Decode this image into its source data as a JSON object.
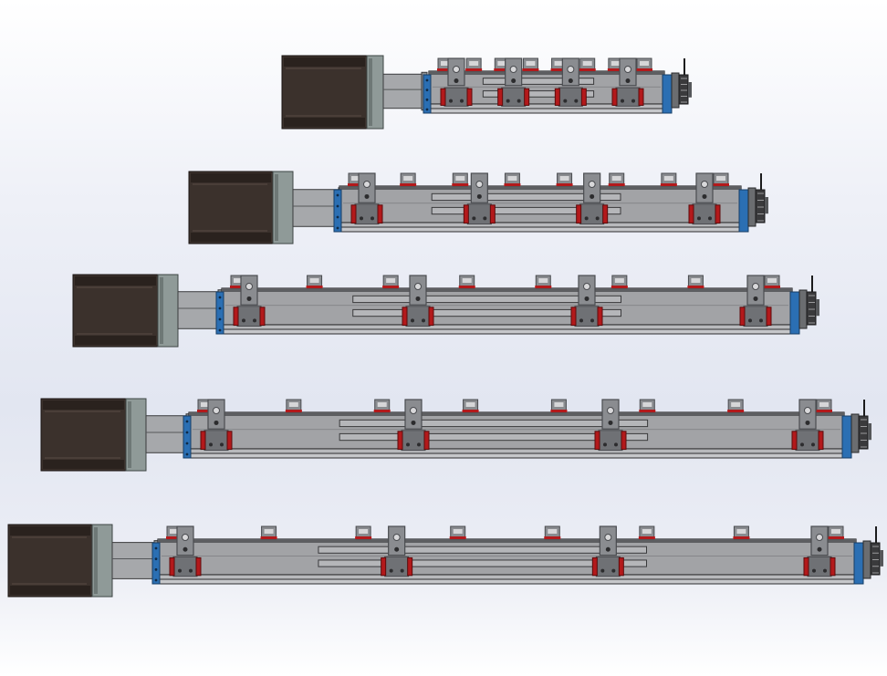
{
  "scene": {
    "description_visible_text": "",
    "background_gradient": [
      "#ffffff",
      "#e2e6f1",
      "#ffffff"
    ]
  },
  "colors": {
    "motor_body": "#3b312c",
    "motor_shadow": "#2a221e",
    "motor_flange": "#8f9a98",
    "motor_flange_dark": "#6e7876",
    "coupler": "#a6a8ab",
    "rail_body": "#a2a3a6",
    "rail_light": "#b8b9bc",
    "rail_edge": "#2e2e30",
    "end_cap": "#2b6fb3",
    "carriage": "#8a8c90",
    "carriage_dark": "#4a4c50",
    "clamp_red": "#b3191b",
    "fastener": "#2c2c2e",
    "knob": "#3a3a3c"
  },
  "icons": {
    "motor": "stepper-motor-icon",
    "rail": "linear-rail-icon",
    "carriage": "carriage-block-icon",
    "clamp": "red-clamp-icon",
    "end_cap": "blue-end-cap-icon",
    "knob": "hand-knob-icon"
  },
  "assemblies": [
    {
      "id": "actuator-1",
      "variant": "shortest",
      "carriages": 4,
      "top_mounts": 8
    },
    {
      "id": "actuator-2",
      "variant": "short",
      "carriages": 4,
      "top_mounts": 8
    },
    {
      "id": "actuator-3",
      "variant": "medium",
      "carriages": 4,
      "top_mounts": 8
    },
    {
      "id": "actuator-4",
      "variant": "long",
      "carriages": 4,
      "top_mounts": 8
    },
    {
      "id": "actuator-5",
      "variant": "longest",
      "carriages": 4,
      "top_mounts": 8
    }
  ]
}
